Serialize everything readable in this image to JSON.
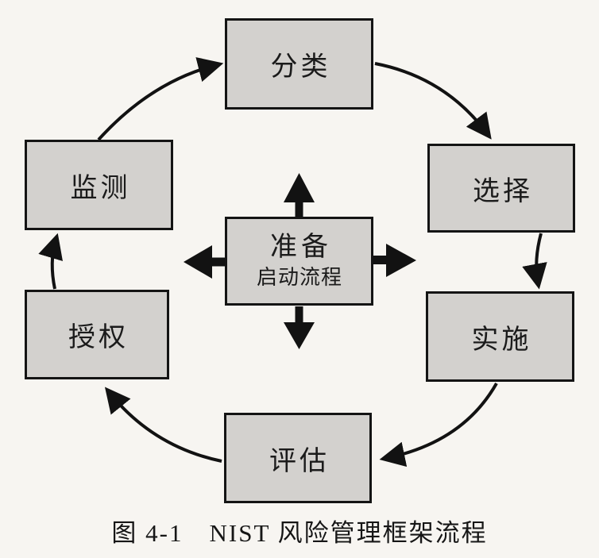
{
  "diagram": {
    "caption": "图 4-1　NIST 风险管理框架流程",
    "center": {
      "title": "准备",
      "subtitle": "启动流程"
    },
    "nodes": [
      {
        "id": "categorize",
        "label": "分类"
      },
      {
        "id": "select",
        "label": "选择"
      },
      {
        "id": "implement",
        "label": "实施"
      },
      {
        "id": "assess",
        "label": "评估"
      },
      {
        "id": "authorize",
        "label": "授权"
      },
      {
        "id": "monitor",
        "label": "监测"
      }
    ],
    "edges": [
      {
        "from": "监测",
        "to": "分类"
      },
      {
        "from": "分类",
        "to": "选择"
      },
      {
        "from": "选择",
        "to": "实施"
      },
      {
        "from": "实施",
        "to": "评估"
      },
      {
        "from": "评估",
        "to": "授权"
      },
      {
        "from": "授权",
        "to": "监测"
      }
    ],
    "center_expands_to": [
      "上",
      "下",
      "左",
      "右"
    ],
    "colors": {
      "background": "#f7f5f1",
      "box_fill": "#d3d1ce",
      "box_border": "#141414",
      "arrow": "#121212",
      "text": "#1b1b1b"
    }
  }
}
